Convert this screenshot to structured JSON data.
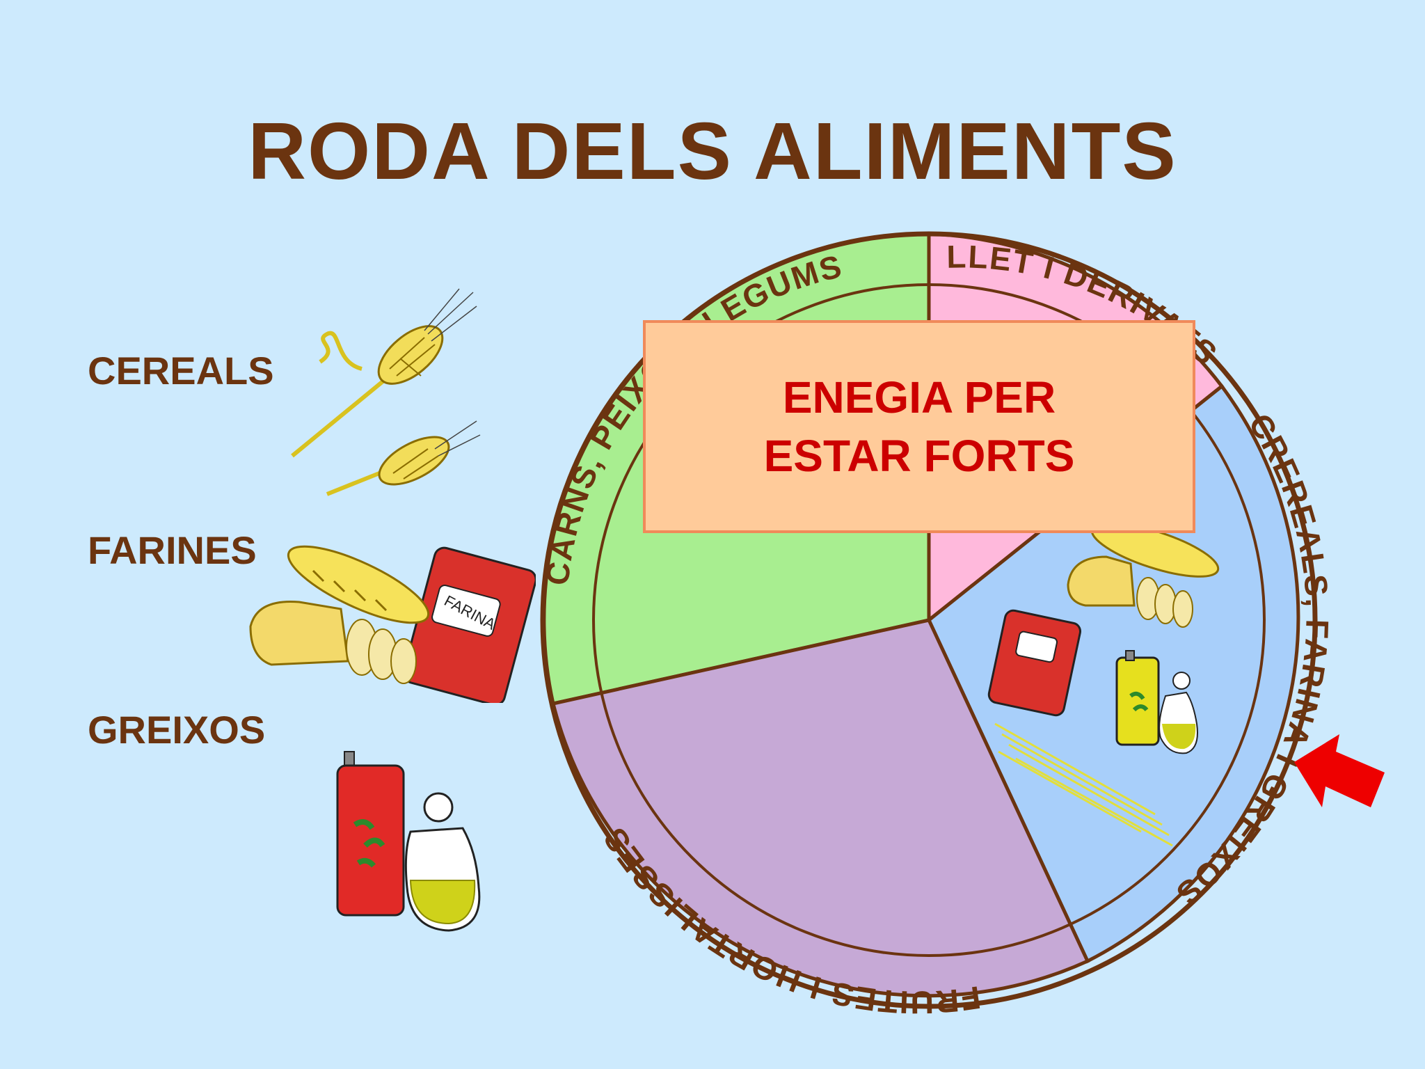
{
  "title": "RODA DELS ALIMENTS",
  "categories": [
    {
      "label": "CEREALS",
      "icon": "wheat-icon"
    },
    {
      "label": "FARINES",
      "icon": "bread-flour-icon"
    },
    {
      "label": "GREIXOS",
      "icon": "oil-icon"
    }
  ],
  "wheel": {
    "sectors": [
      {
        "label": "CARNS, PEIXOS I LEGUMS",
        "color": "#a8ee90"
      },
      {
        "label": "LLET I DERIVATS",
        "color": "#ffb9dc"
      },
      {
        "label": "CREREALS, FARINA I GREIXOS",
        "color": "#a8cffa"
      },
      {
        "label": "FRUITES I HORTALISSES",
        "color": "#c6a9d6"
      }
    ],
    "package_text": "FARINA"
  },
  "energy_box": {
    "line1": "ENEGIA PER",
    "line2": "ESTAR FORTS"
  },
  "colors": {
    "background": "#cdeafd",
    "title": "#6b3410",
    "energy_text": "#cc0000",
    "energy_box": "#ffcb9a",
    "arrow": "#ee0000"
  }
}
